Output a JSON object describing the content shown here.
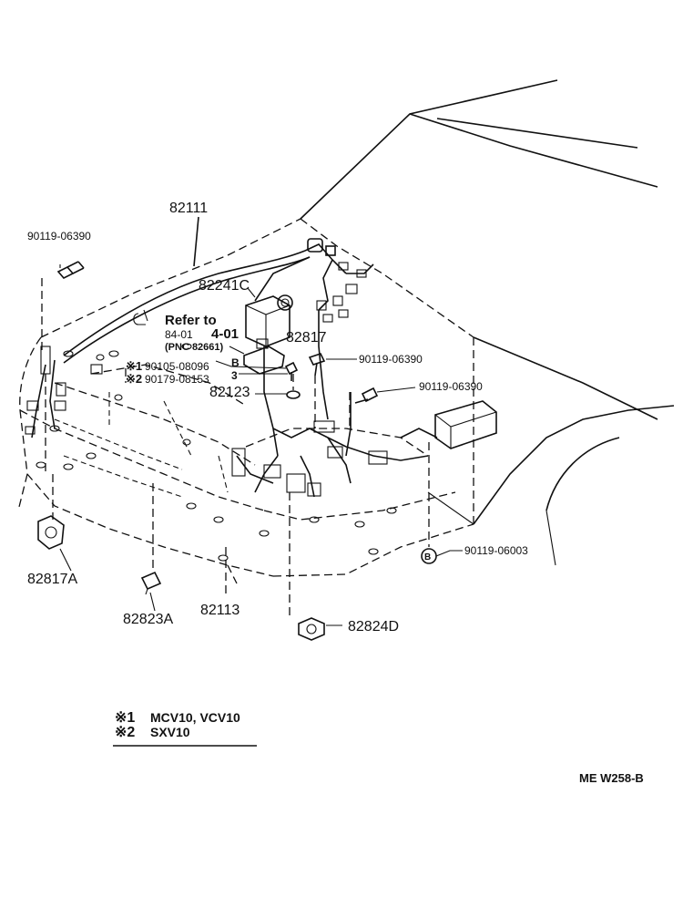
{
  "parts": {
    "wire_82111": "82111",
    "bolt_top_left": "90119-06390",
    "protector_82241c": "82241C",
    "refer_to": "Refer to",
    "ref_84_01": "84-01",
    "ref_4_01": "4-01",
    "pnc_ref": "(PNC 82661)",
    "bolt_90105": "90105-08096",
    "bolt_90179": "90179-08153",
    "marker_b": "B",
    "marker_3": "3",
    "part_82123": "82123",
    "part_82817": "82817",
    "bolt_center": "90119-06390",
    "bolt_right": "90119-06390",
    "bolt_90119_06003": "90119-06003",
    "circle_b": "B",
    "part_82817a": "82817A",
    "part_82823a": "82823A",
    "part_82113": "82113",
    "part_82824d": "82824D"
  },
  "note_marks": {
    "m1": "※1",
    "m2": "※2"
  },
  "legend": {
    "row1_mark": "※1",
    "row1_text": "MCV10, VCV10",
    "row2_mark": "※2",
    "row2_text": "SXV10"
  },
  "figure_code": "ME  W258-B"
}
